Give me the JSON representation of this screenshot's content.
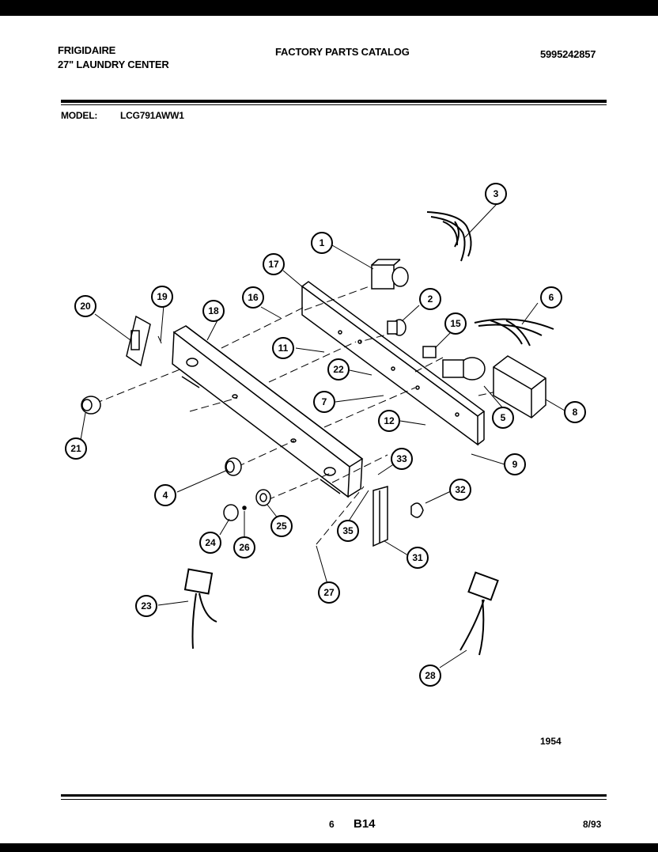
{
  "header": {
    "brand": "FRIGIDAIRE",
    "product": "27\" LAUNDRY CENTER",
    "catalog_title": "FACTORY PARTS CATALOG",
    "catalog_number": "5995242857",
    "model_label": "MODEL:",
    "model_value": "LCG791AWW1"
  },
  "diagram": {
    "drawing_number": "1954",
    "callouts": [
      "1",
      "2",
      "3",
      "4",
      "5",
      "6",
      "7",
      "8",
      "9",
      "11",
      "12",
      "15",
      "16",
      "17",
      "18",
      "19",
      "20",
      "21",
      "22",
      "23",
      "24",
      "25",
      "26",
      "27",
      "28",
      "31",
      "32",
      "33",
      "35",
      "5"
    ]
  },
  "footer": {
    "page": "6",
    "section": "B14",
    "date": "8/93"
  }
}
